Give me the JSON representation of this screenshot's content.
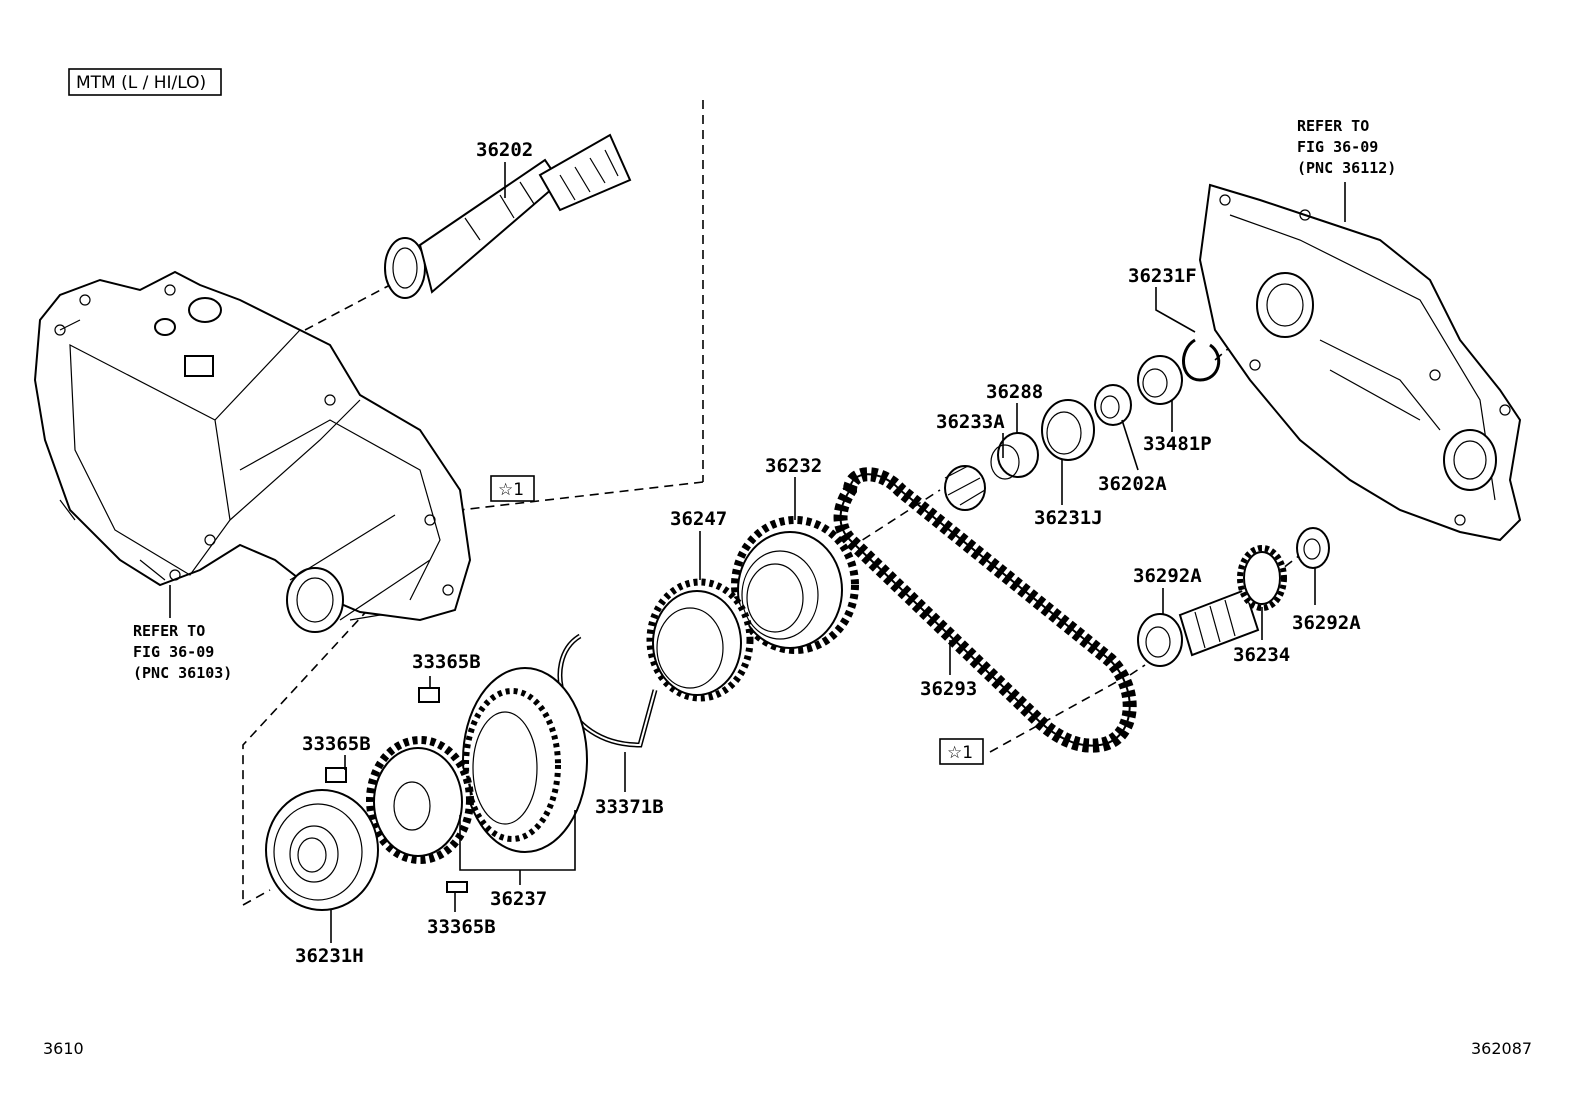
{
  "header": {
    "variant": "MTM (L / HI/LO)"
  },
  "footer": {
    "left_code": "3610",
    "right_code": "362087"
  },
  "refs": {
    "left": {
      "line1": "REFER TO",
      "line2": "FIG 36-09",
      "line3": "(PNC 36103)"
    },
    "right": {
      "line1": "REFER TO",
      "line2": "FIG 36-09",
      "line3": "(PNC 36112)"
    }
  },
  "star_marks": {
    "a": "☆1",
    "b": "☆1"
  },
  "parts": {
    "p36202": "36202",
    "p36231F": "36231F",
    "p36288": "36288",
    "p36233A": "36233A",
    "p33481P": "33481P",
    "p36202A": "36202A",
    "p36231J": "36231J",
    "p36232": "36232",
    "p36247": "36247",
    "p36292A_top": "36292A",
    "p36292A_right": "36292A",
    "p36234": "36234",
    "p36293": "36293",
    "p33365B_top": "33365B",
    "p33365B_left": "33365B",
    "p33365B_bottom": "33365B",
    "p33371B": "33371B",
    "p36237": "36237",
    "p36231H": "36231H"
  }
}
